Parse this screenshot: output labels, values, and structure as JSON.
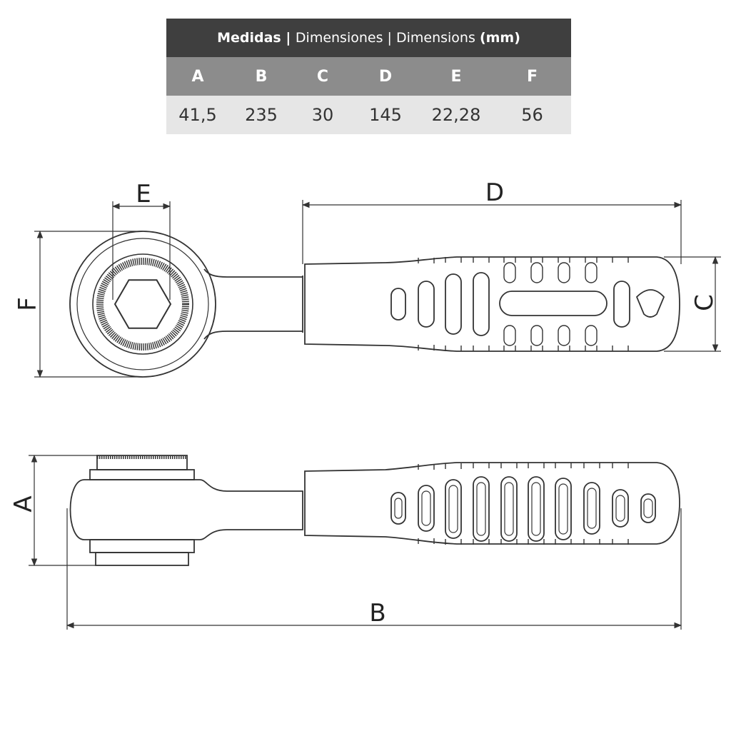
{
  "table": {
    "title_bold": "Medidas",
    "sep1": " | ",
    "title_mid": "Dimensiones",
    "sep2": " | ",
    "title_en": "Dimensions",
    "unit": "(mm)",
    "headers": [
      "A",
      "B",
      "C",
      "D",
      "E",
      "F"
    ],
    "values": [
      "41,5",
      "235",
      "30",
      "145",
      "22,28",
      "56"
    ]
  },
  "labels": {
    "a": "A",
    "b": "B",
    "c": "C",
    "d": "D",
    "e": "E",
    "f": "F"
  },
  "colors": {
    "title_bg": "#3f3f3f",
    "header_bg": "#8c8c8c",
    "body_bg": "#e6e6e6",
    "line": "#333333"
  }
}
